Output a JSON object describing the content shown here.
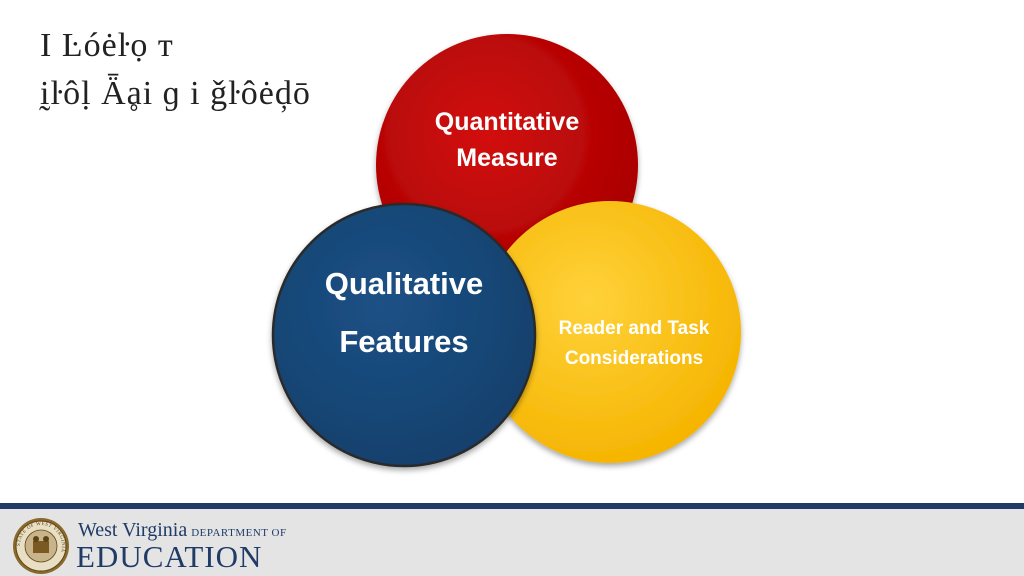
{
  "slide": {
    "title_lines": [
      "I Ŀóėŀọ ᴛ",
      "ḭŀôḷ Ǟḁi ɡ i ǧŀôėḑō"
    ]
  },
  "diagram": {
    "circles": [
      {
        "id": "quantitative",
        "label_lines": [
          "Quantitative",
          "Measure"
        ],
        "color": "#c00000"
      },
      {
        "id": "reader-task",
        "label_lines": [
          "Reader and Task",
          "Considerations"
        ],
        "color": "#ffc61a"
      },
      {
        "id": "qualitative",
        "label_lines": [
          "Qualitative",
          "Features"
        ],
        "color": "#1a4a7a"
      }
    ]
  },
  "footer": {
    "bar_color": "#1f3b66",
    "org_state": "West Virginia",
    "org_dept": "DEPARTMENT OF",
    "org_name": "EDUCATION",
    "seal_text": "STATE OF WEST VIRGINIA"
  }
}
